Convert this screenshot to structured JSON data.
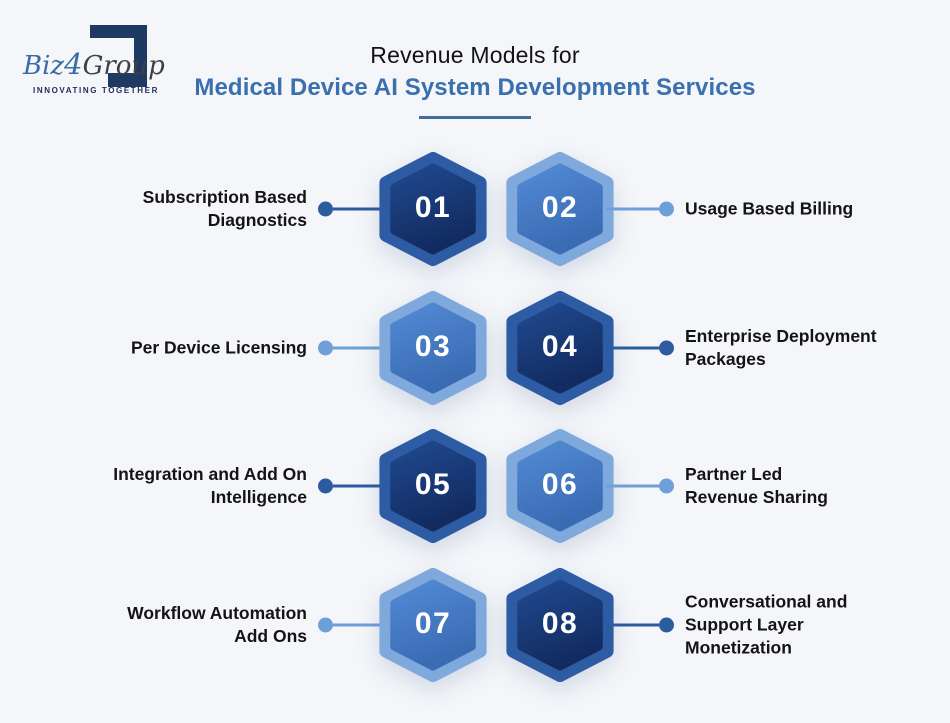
{
  "logo": {
    "brand_biz": "Biz",
    "brand_num": "4",
    "brand_group": "Group",
    "tagline": "INNOVATING TOGETHER"
  },
  "title": {
    "line1": "Revenue Models for",
    "line2": "Medical Device AI System Development Services"
  },
  "colors": {
    "background": "#f4f6f9",
    "title_accent": "#3a70ad",
    "underline": "#3e6f9f",
    "dark_hex_outer": "#2e5ca4",
    "dark_hex_inner_top": "#20498f",
    "dark_hex_inner_bottom": "#122c61",
    "light_hex_outer": "#7fa9dd",
    "light_hex_inner_top": "#528ad4",
    "light_hex_inner_bottom": "#3a6cb4",
    "dark_connector": "#2d5ba0",
    "light_connector": "#6f9fd9"
  },
  "rows": [
    {
      "left_label": {
        "lines": [
          "Subscription Based",
          "Diagnostics"
        ]
      },
      "hex_left": {
        "number": "01",
        "theme": "dark"
      },
      "hex_right": {
        "number": "02",
        "theme": "light"
      },
      "right_label": {
        "lines": [
          "Usage Based Billing"
        ]
      }
    },
    {
      "left_label": {
        "lines": [
          "Per Device Licensing"
        ]
      },
      "hex_left": {
        "number": "03",
        "theme": "light"
      },
      "hex_right": {
        "number": "04",
        "theme": "dark"
      },
      "right_label": {
        "lines": [
          "Enterprise Deployment",
          "Packages"
        ]
      }
    },
    {
      "left_label": {
        "lines": [
          "Integration and Add On",
          "Intelligence"
        ]
      },
      "hex_left": {
        "number": "05",
        "theme": "dark"
      },
      "hex_right": {
        "number": "06",
        "theme": "light"
      },
      "right_label": {
        "lines": [
          "Partner Led",
          "Revenue Sharing"
        ]
      }
    },
    {
      "left_label": {
        "lines": [
          "Workflow Automation",
          "Add Ons"
        ]
      },
      "hex_left": {
        "number": "07",
        "theme": "light"
      },
      "hex_right": {
        "number": "08",
        "theme": "dark"
      },
      "right_label": {
        "lines": [
          "Conversational and",
          "Support Layer",
          "Monetization"
        ]
      }
    }
  ]
}
